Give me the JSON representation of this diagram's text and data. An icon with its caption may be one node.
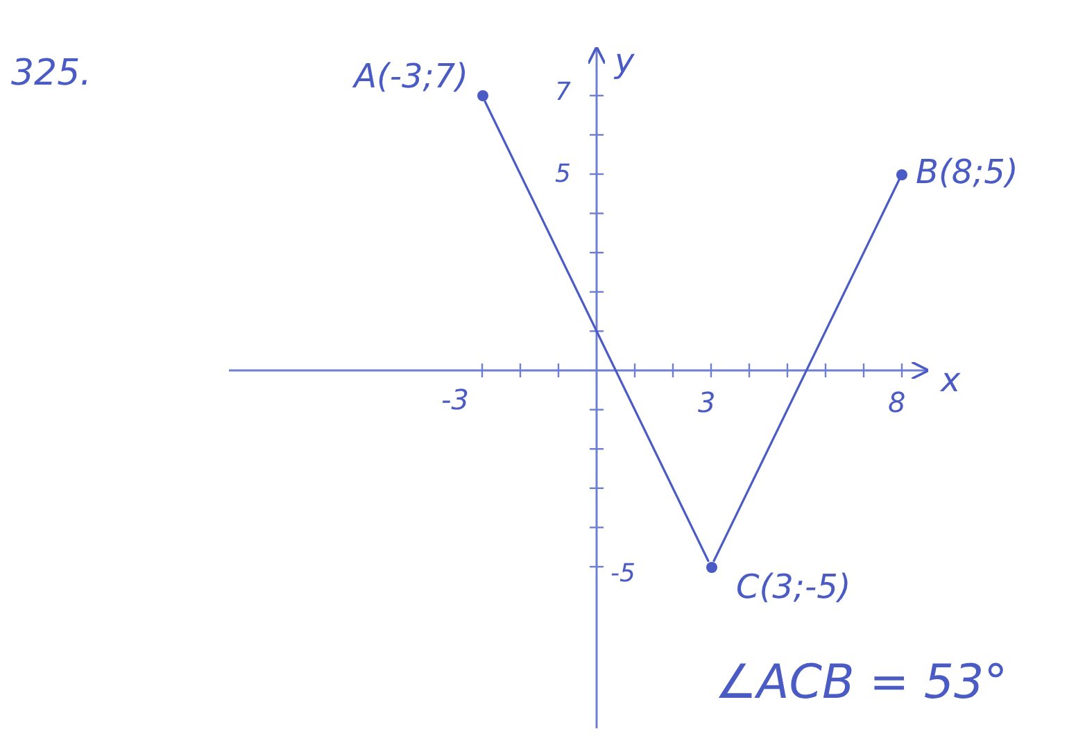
{
  "diagram": {
    "nodes": [
      {
        "text": [
          "A(-3;7)"
        ]
      },
      {
        "text": [
          "B(8;5)"
        ]
      },
      {
        "text": [
          "C(3;-5)"
        ]
      }
    ],
    "edges": [
      {
        "from": 0,
        "to": 2,
        "arrow": "none"
      },
      {
        "from": 2,
        "to": 1,
        "arrow": "none"
      }
    ],
    "labels": [
      "325.",
      "y",
      "7",
      "5",
      "-3",
      "3",
      "8",
      "x",
      "-5",
      "∠ACB = 53°"
    ]
  }
}
